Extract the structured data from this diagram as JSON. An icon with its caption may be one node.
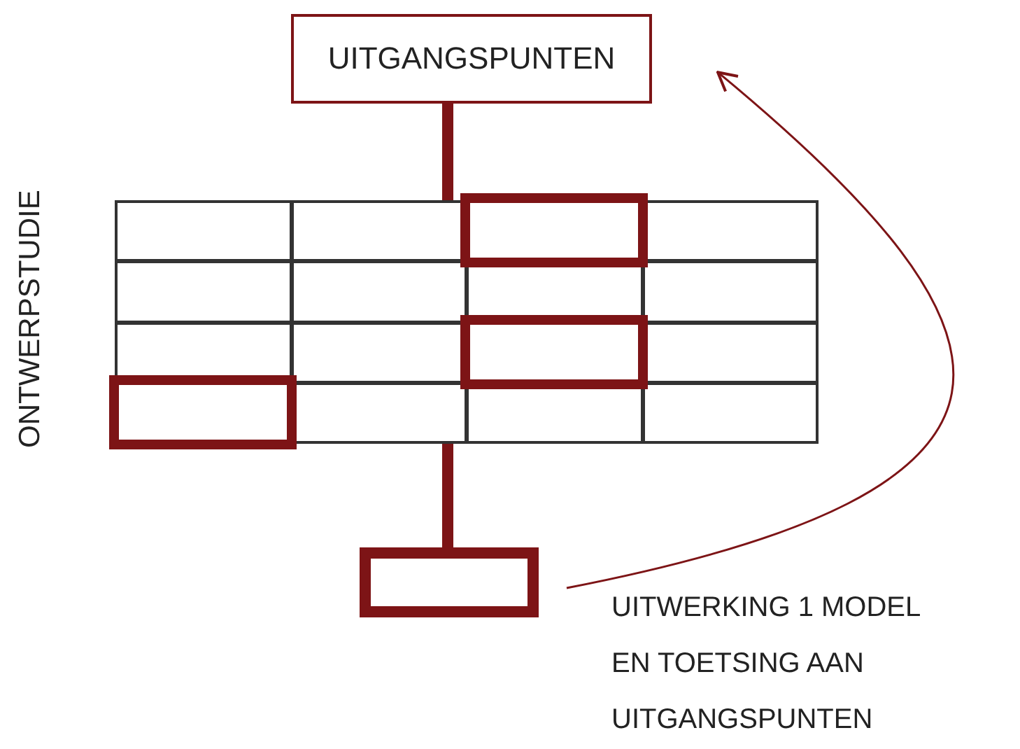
{
  "diagram": {
    "nodes": [
      {
        "text": [
          "UITGANGSPUNTEN"
        ]
      },
      {
        "text": [],
        "shape": "box",
        "beside": [
          "ONTWERPSTUDIE"
        ]
      },
      {
        "text": [],
        "shape": "box",
        "in": 1
      },
      {
        "text": [],
        "shape": "box",
        "in": 1
      },
      {
        "text": [],
        "shape": "box",
        "in": 1
      },
      {
        "text": [],
        "shape": "box",
        "in": 1
      },
      {
        "text": [],
        "shape": "box",
        "in": 1
      },
      {
        "text": [],
        "shape": "box",
        "in": 1
      },
      {
        "text": [],
        "shape": "box",
        "in": 1
      },
      {
        "text": [],
        "shape": "box",
        "in": 1
      },
      {
        "text": [],
        "shape": "box",
        "in": 1
      },
      {
        "text": [],
        "shape": "box",
        "in": 1
      },
      {
        "text": [],
        "shape": "box",
        "in": 1
      },
      {
        "text": [],
        "shape": "box",
        "in": 1
      },
      {
        "text": [],
        "shape": "box",
        "in": 1
      },
      {
        "text": [],
        "shape": "box",
        "in": 1
      },
      {
        "text": [],
        "shape": "box",
        "in": 1
      },
      {
        "text": [],
        "shape": "box",
        "in": 1
      },
      {
        "text": [],
        "shape": "box",
        "beside": [
          "UITWERKING 1 MODEL EN TOETSING AAN UITGANGSPUNTEN"
        ]
      }
    ],
    "edges": [
      {
        "from": 0,
        "to": 1,
        "arrow": "none"
      },
      {
        "from": 1,
        "to": 18,
        "arrow": "none"
      },
      {
        "from": 18,
        "to": 0,
        "arrow": "to"
      }
    ]
  }
}
